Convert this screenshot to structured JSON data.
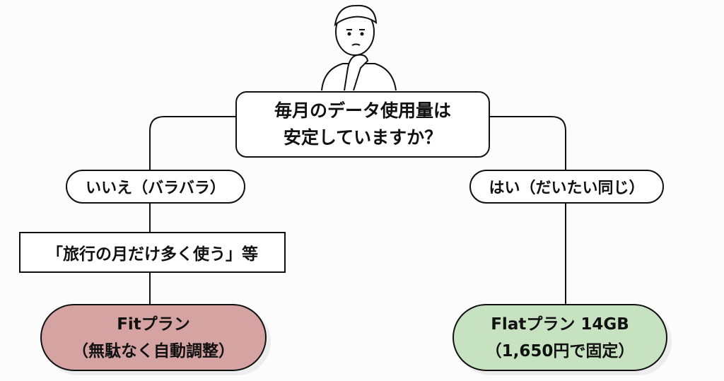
{
  "question": {
    "line1": "毎月のデータ使用量は",
    "line2": "安定していますか？"
  },
  "branches": {
    "no": "いいえ（バラバラ）",
    "yes": "はい（だいたい同じ）"
  },
  "example": "「旅行の月だけ多く使う」等",
  "results": {
    "fit": {
      "title": "Fitプラン",
      "subtitle": "（無駄なく自動調整）",
      "color": "#d6a3a3"
    },
    "flat": {
      "title": "Flatプラン 14GB",
      "subtitle": "（1,650円で固定）",
      "color": "#c6e2c0"
    }
  },
  "icons": {
    "person": "thinking-person-icon"
  }
}
